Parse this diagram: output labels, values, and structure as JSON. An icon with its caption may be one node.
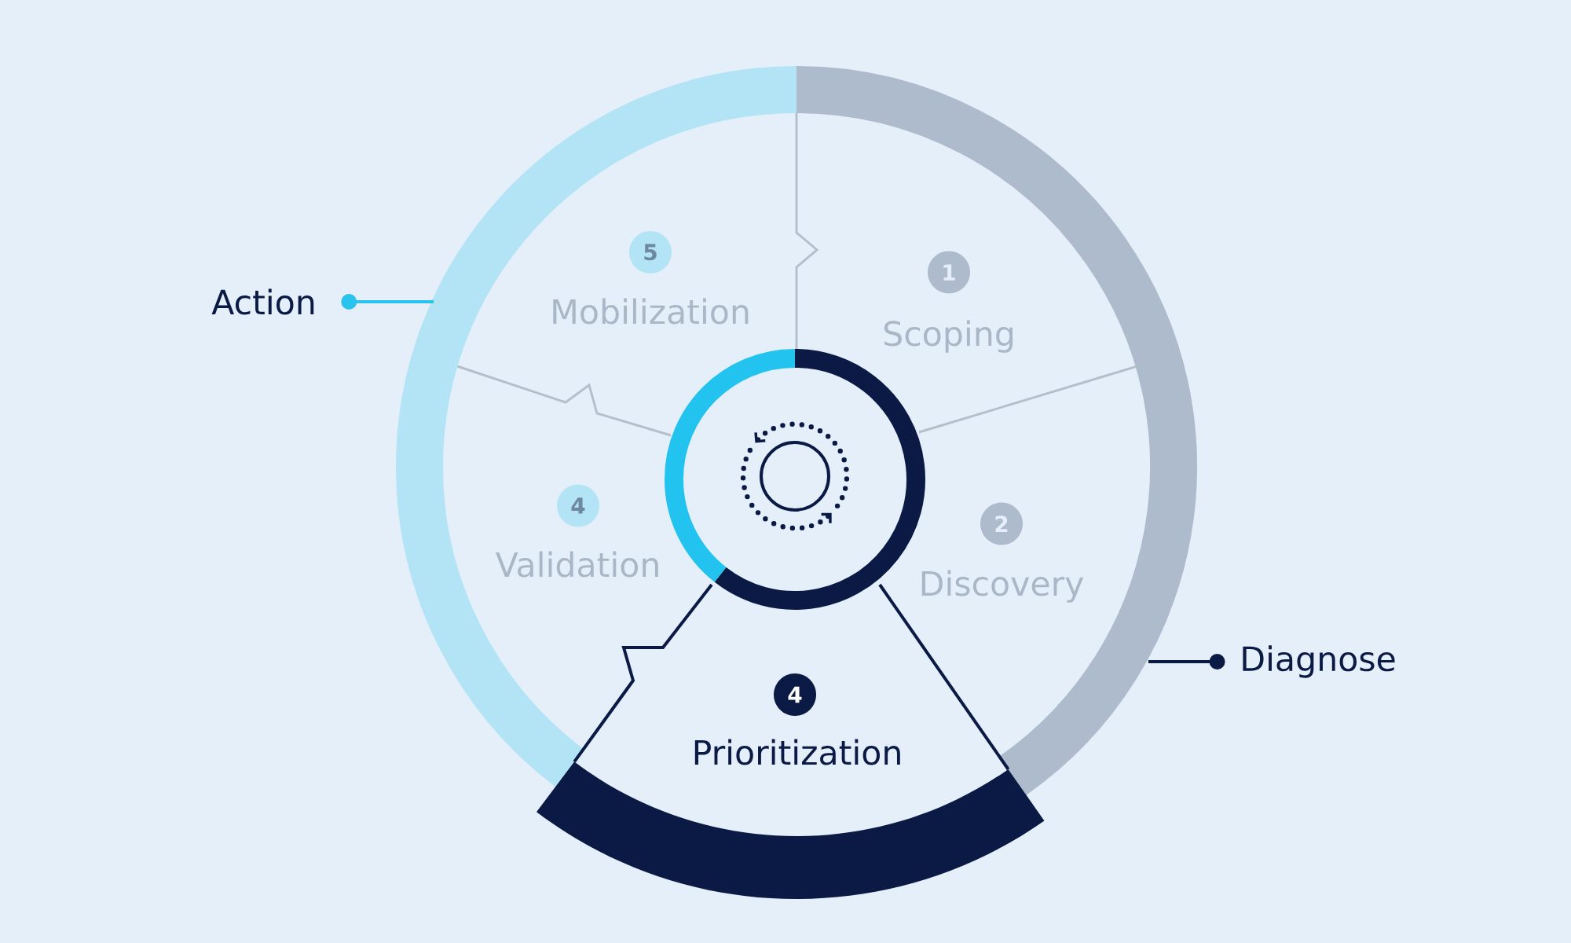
{
  "diagram": {
    "nodes": [
      {
        "text": [
          "Action"
        ]
      },
      {
        "text": [
          "5",
          "Mobilization"
        ]
      },
      {
        "text": [
          "1",
          "Scoping"
        ]
      },
      {
        "text": [
          "4",
          "Validation"
        ]
      },
      {
        "text": [
          "2",
          "Discovery"
        ]
      },
      {
        "text": [
          "Diagnose"
        ]
      },
      {
        "text": [
          "4",
          "Prioritization"
        ]
      }
    ],
    "edges": [
      {
        "from": 0,
        "to": null,
        "arrow": "other",
        "color": "#29c3ee"
      },
      {
        "from": 5,
        "to": null,
        "arrow": "other",
        "color": "#0a1a44"
      }
    ]
  }
}
